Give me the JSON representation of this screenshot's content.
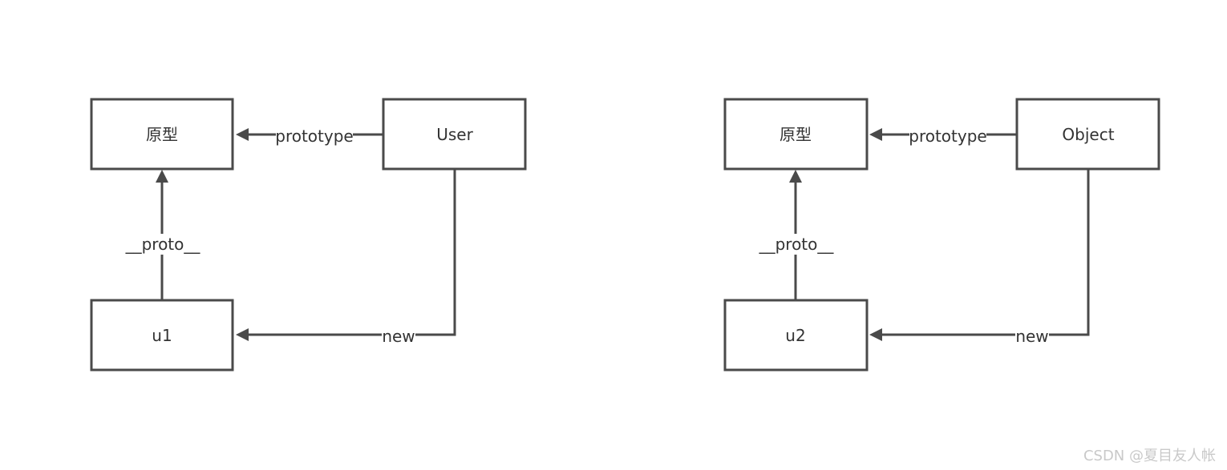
{
  "left_diagram": {
    "prototype_box": "原型",
    "constructor_box": "User",
    "instance_box": "u1",
    "edge_prototype": "prototype",
    "edge_proto": "__proto__",
    "edge_new": "new"
  },
  "right_diagram": {
    "prototype_box": "原型",
    "constructor_box": "Object",
    "instance_box": "u2",
    "edge_prototype": "prototype",
    "edge_proto": "__proto__",
    "edge_new": "new"
  },
  "watermark": "CSDN @夏目友人帐"
}
